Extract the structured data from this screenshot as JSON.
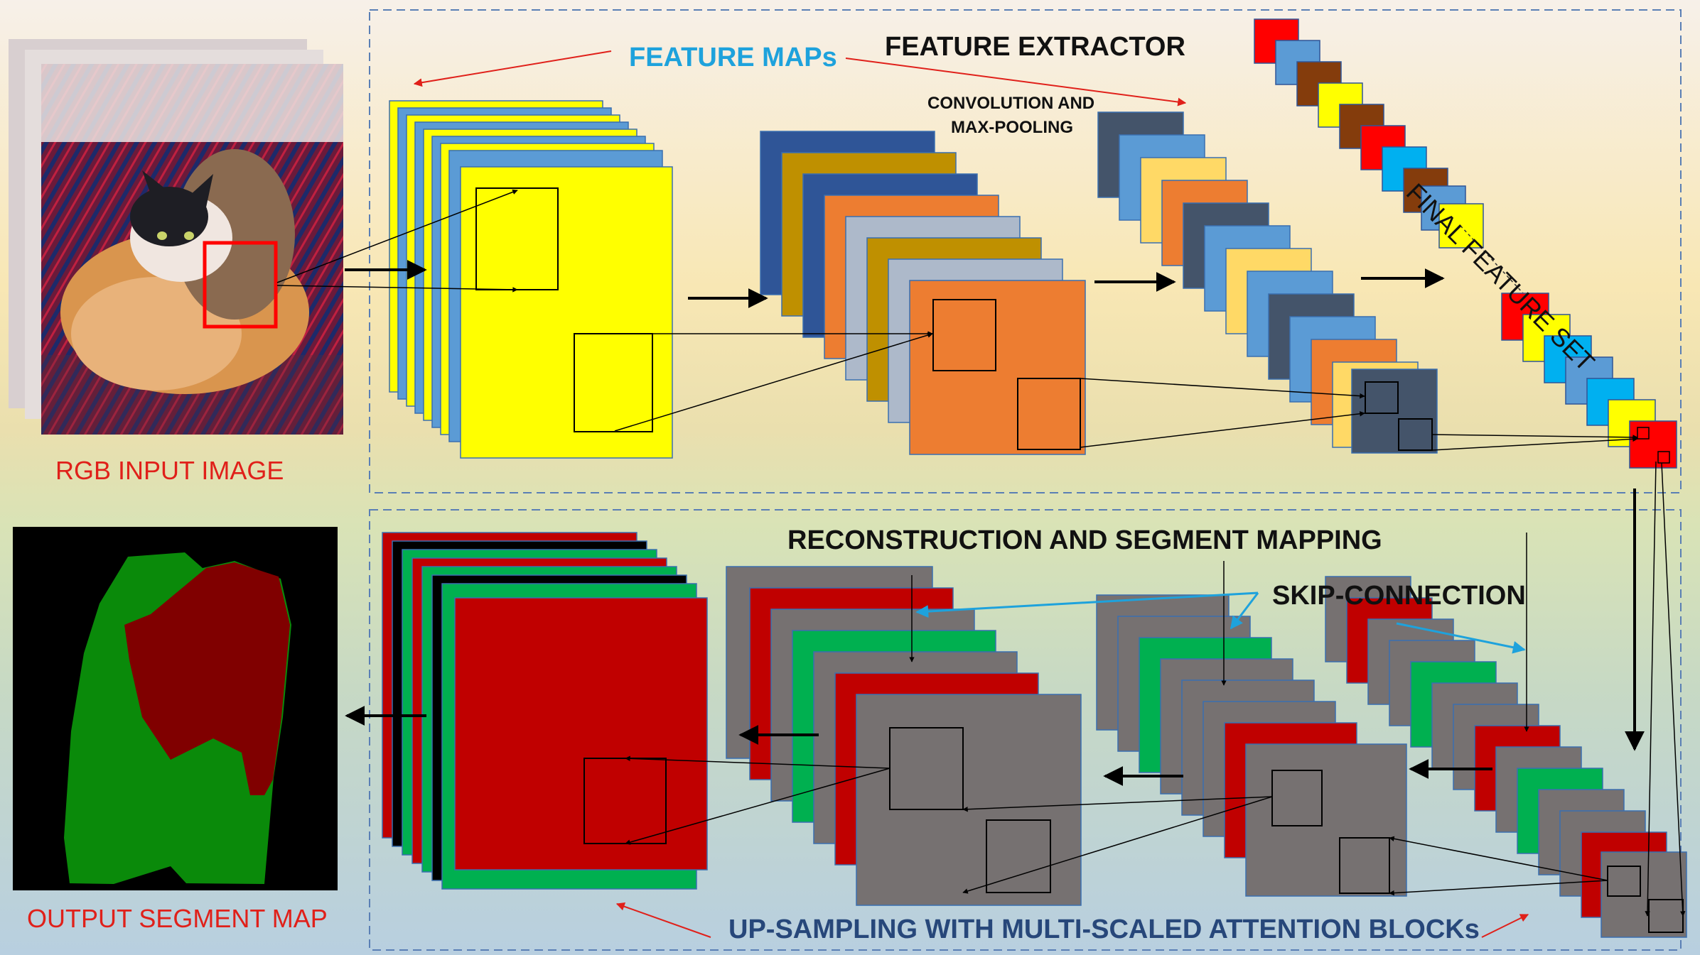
{
  "labels": {
    "rgb_input": "RGB INPUT IMAGE",
    "output_map": "OUTPUT SEGMENT MAP",
    "feature_maps": "FEATURE MAPs",
    "feature_extractor": "FEATURE EXTRACTOR",
    "conv_line1": "CONVOLUTION AND",
    "conv_line2": "MAX-POOLING",
    "final_feature_set": "FINAL FEATURE SET",
    "reconstruction": "RECONSTRUCTION AND SEGMENT MAPPING",
    "skip_connection": "SKIP-CONNECTION",
    "upsampling": "UP-SAMPLING WITH MULTI-SCALED ATTENTION BLOCKs"
  },
  "colors": {
    "yellow": "#ffff00",
    "light_blue": "#5b9bd5",
    "dark_blue": "#2f5597",
    "gold": "#bf9000",
    "orange": "#ed7d31",
    "gray_blue": "#adb9ca",
    "slate": "#44546a",
    "peach": "#ffd966",
    "red": "#ff0000",
    "brown": "#843c0c",
    "cyan": "#00b0f0",
    "dark_red": "#c00000",
    "green": "#00b050",
    "gray": "#767171",
    "black": "#000000",
    "seg_green": "#0a8a0a",
    "seg_maroon": "#800000",
    "arrow_red": "#e0201a",
    "arrow_blue": "#1ea2dc",
    "border_dashed": "#5a7fb5"
  }
}
